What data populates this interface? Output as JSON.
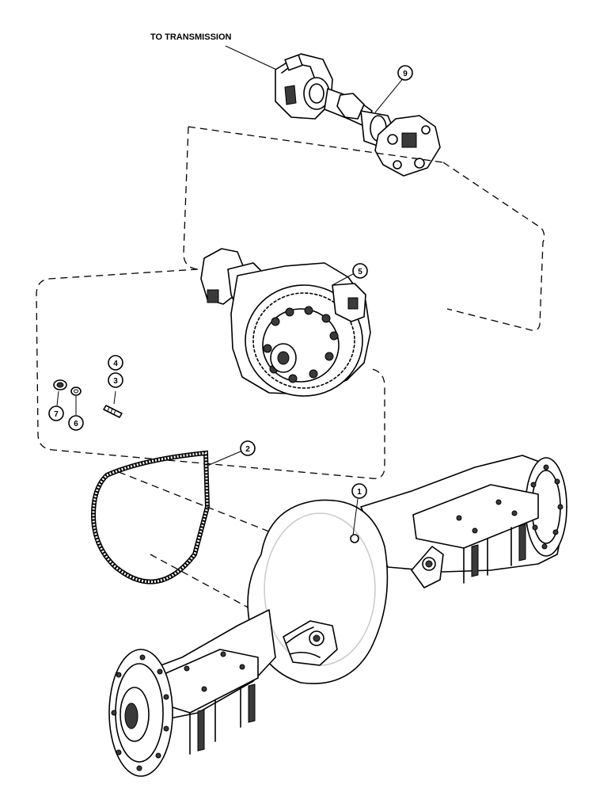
{
  "diagram": {
    "top_label": "TO TRANSMISSION",
    "callouts": [
      {
        "id": "c1",
        "text": "1"
      },
      {
        "id": "c2",
        "text": "2"
      },
      {
        "id": "c3",
        "text": "3"
      },
      {
        "id": "c4",
        "text": "4"
      },
      {
        "id": "c5",
        "text": "5"
      },
      {
        "id": "c6",
        "text": "6"
      },
      {
        "id": "c7",
        "text": "7"
      },
      {
        "id": "c9",
        "text": "9"
      }
    ]
  }
}
